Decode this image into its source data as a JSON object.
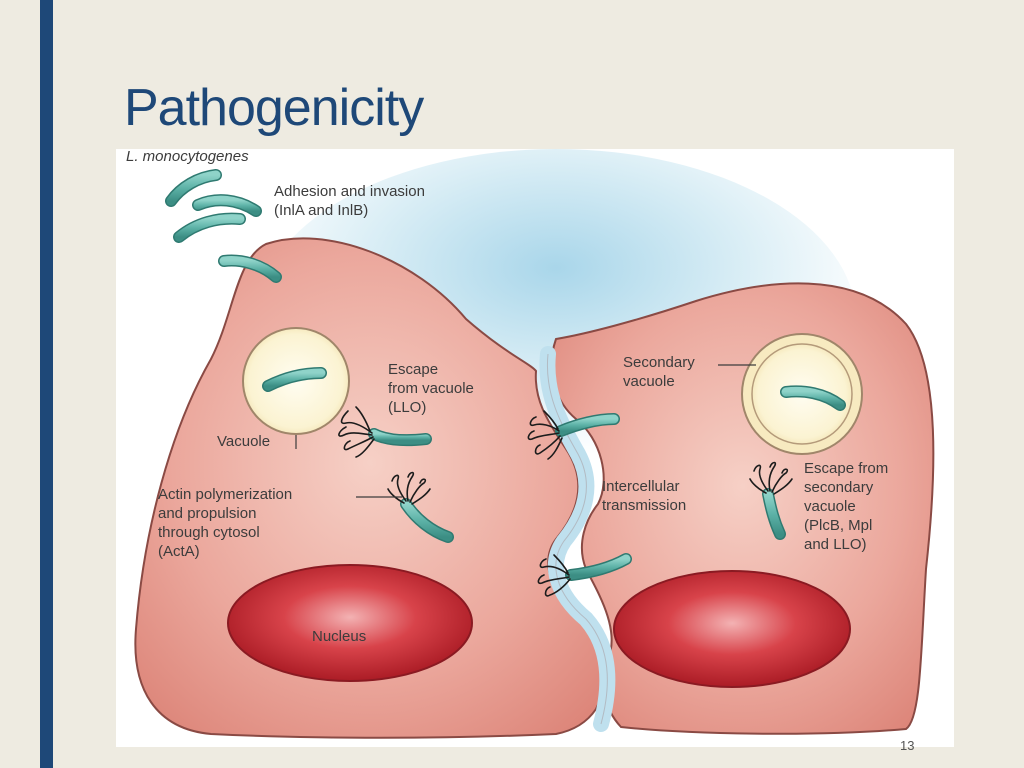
{
  "slide": {
    "title": "Pathogenicity",
    "page_number": "13"
  },
  "diagram": {
    "organism_label": "L. monocytogenes",
    "labels": {
      "adhesion_line1": "Adhesion and invasion",
      "adhesion_line2": "(InlA and InlB)",
      "escape_line1": "Escape",
      "escape_line2": "from vacuole",
      "escape_line3": "(LLO)",
      "vacuole": "Vacuole",
      "actin_line1": "Actin polymerization",
      "actin_line2": "and propulsion",
      "actin_line3": "through cytosol",
      "actin_line4": "(ActA)",
      "nucleus": "Nucleus",
      "secondary_vacuole_line1": "Secondary",
      "secondary_vacuole_line2": "vacuole",
      "intercellular_line1": "Intercellular",
      "intercellular_line2": "transmission",
      "escape_secondary_line1": "Escape from",
      "escape_secondary_line2": "secondary",
      "escape_secondary_line3": "vacuole",
      "escape_secondary_line4": "(PlcB, Mpl",
      "escape_secondary_line5": "and LLO)"
    },
    "colors": {
      "accent": "#1e4878",
      "cell": "#e79a8e",
      "cell_edge": "#8a4a44",
      "nucleus": "#c8262f",
      "vacuole": "#fbf2cf",
      "bacterium": "#5fb5aa",
      "extracellular": "#bfe0ee"
    }
  }
}
